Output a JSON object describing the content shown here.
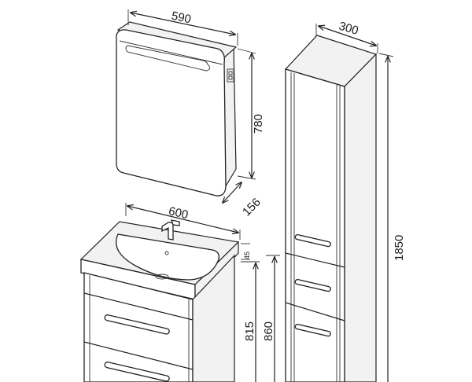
{
  "dimensions": {
    "mirror_width": "590",
    "mirror_height": "780",
    "mirror_depth": "156",
    "column_width": "300",
    "column_height": "1850",
    "vanity_width": "600",
    "vanity_top_thickness": "45",
    "vanity_height_body": "815",
    "vanity_height_total": "860"
  }
}
